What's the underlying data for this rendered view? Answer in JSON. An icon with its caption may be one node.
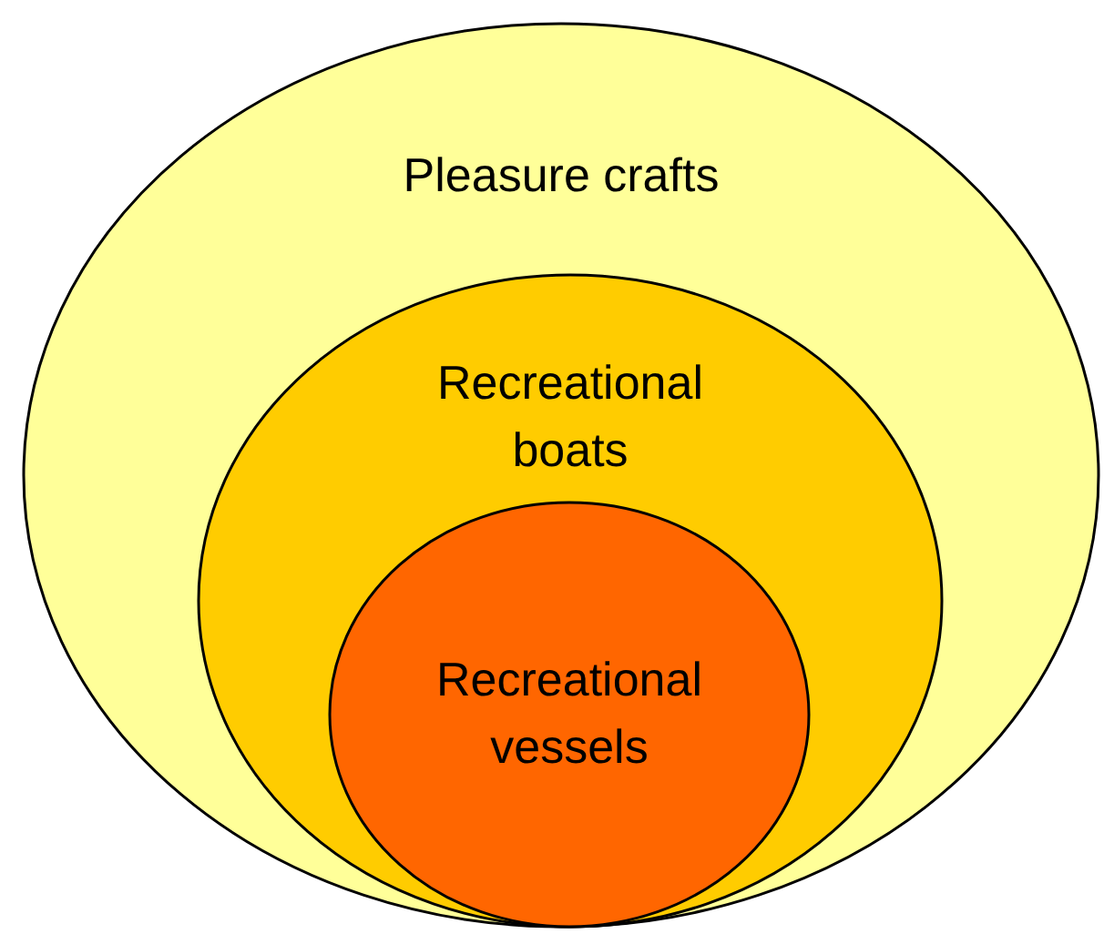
{
  "diagram": {
    "nodes": [
      {
        "text": [
          "Pleasure crafts"
        ]
      },
      {
        "text": [
          "Recreational boats"
        ],
        "in": 0
      },
      {
        "text": [
          "Recreational vessels"
        ],
        "in": 1
      }
    ]
  }
}
